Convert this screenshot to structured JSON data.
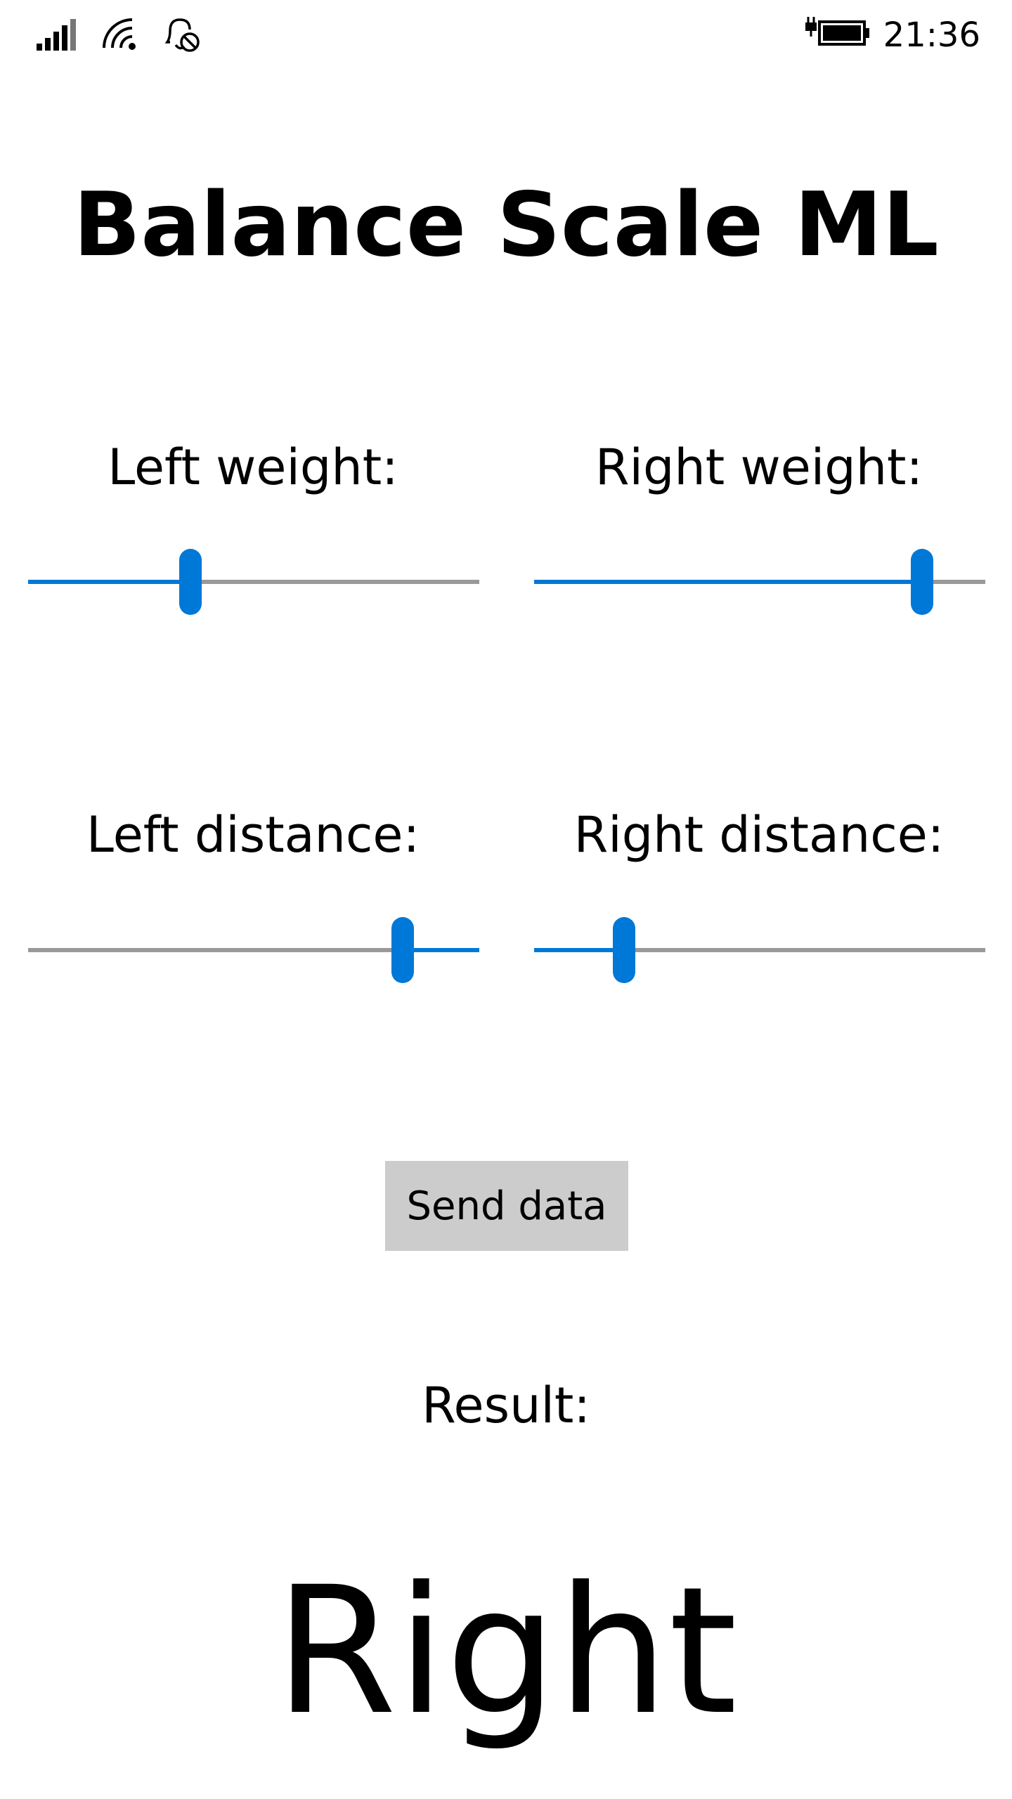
{
  "status_bar": {
    "time": "21:36",
    "icons": [
      "signal-strength-icon",
      "wifi-icon",
      "quiet-hours-icon",
      "battery-charging-icon"
    ]
  },
  "app": {
    "title": "Balance Scale ML"
  },
  "sliders": {
    "left_weight": {
      "label": "Left weight:",
      "fraction": 0.36
    },
    "right_weight": {
      "label": "Right weight:",
      "fraction": 0.86
    },
    "left_distance": {
      "label": "Left distance:",
      "fraction": 0.83
    },
    "right_distance": {
      "label": "Right distance:",
      "fraction": 0.2
    }
  },
  "send_button": {
    "label": "Send data"
  },
  "result": {
    "label": "Result:",
    "value": "Right"
  },
  "colors": {
    "accent": "#0078d7",
    "track": "#999999",
    "button": "#cccccc"
  }
}
